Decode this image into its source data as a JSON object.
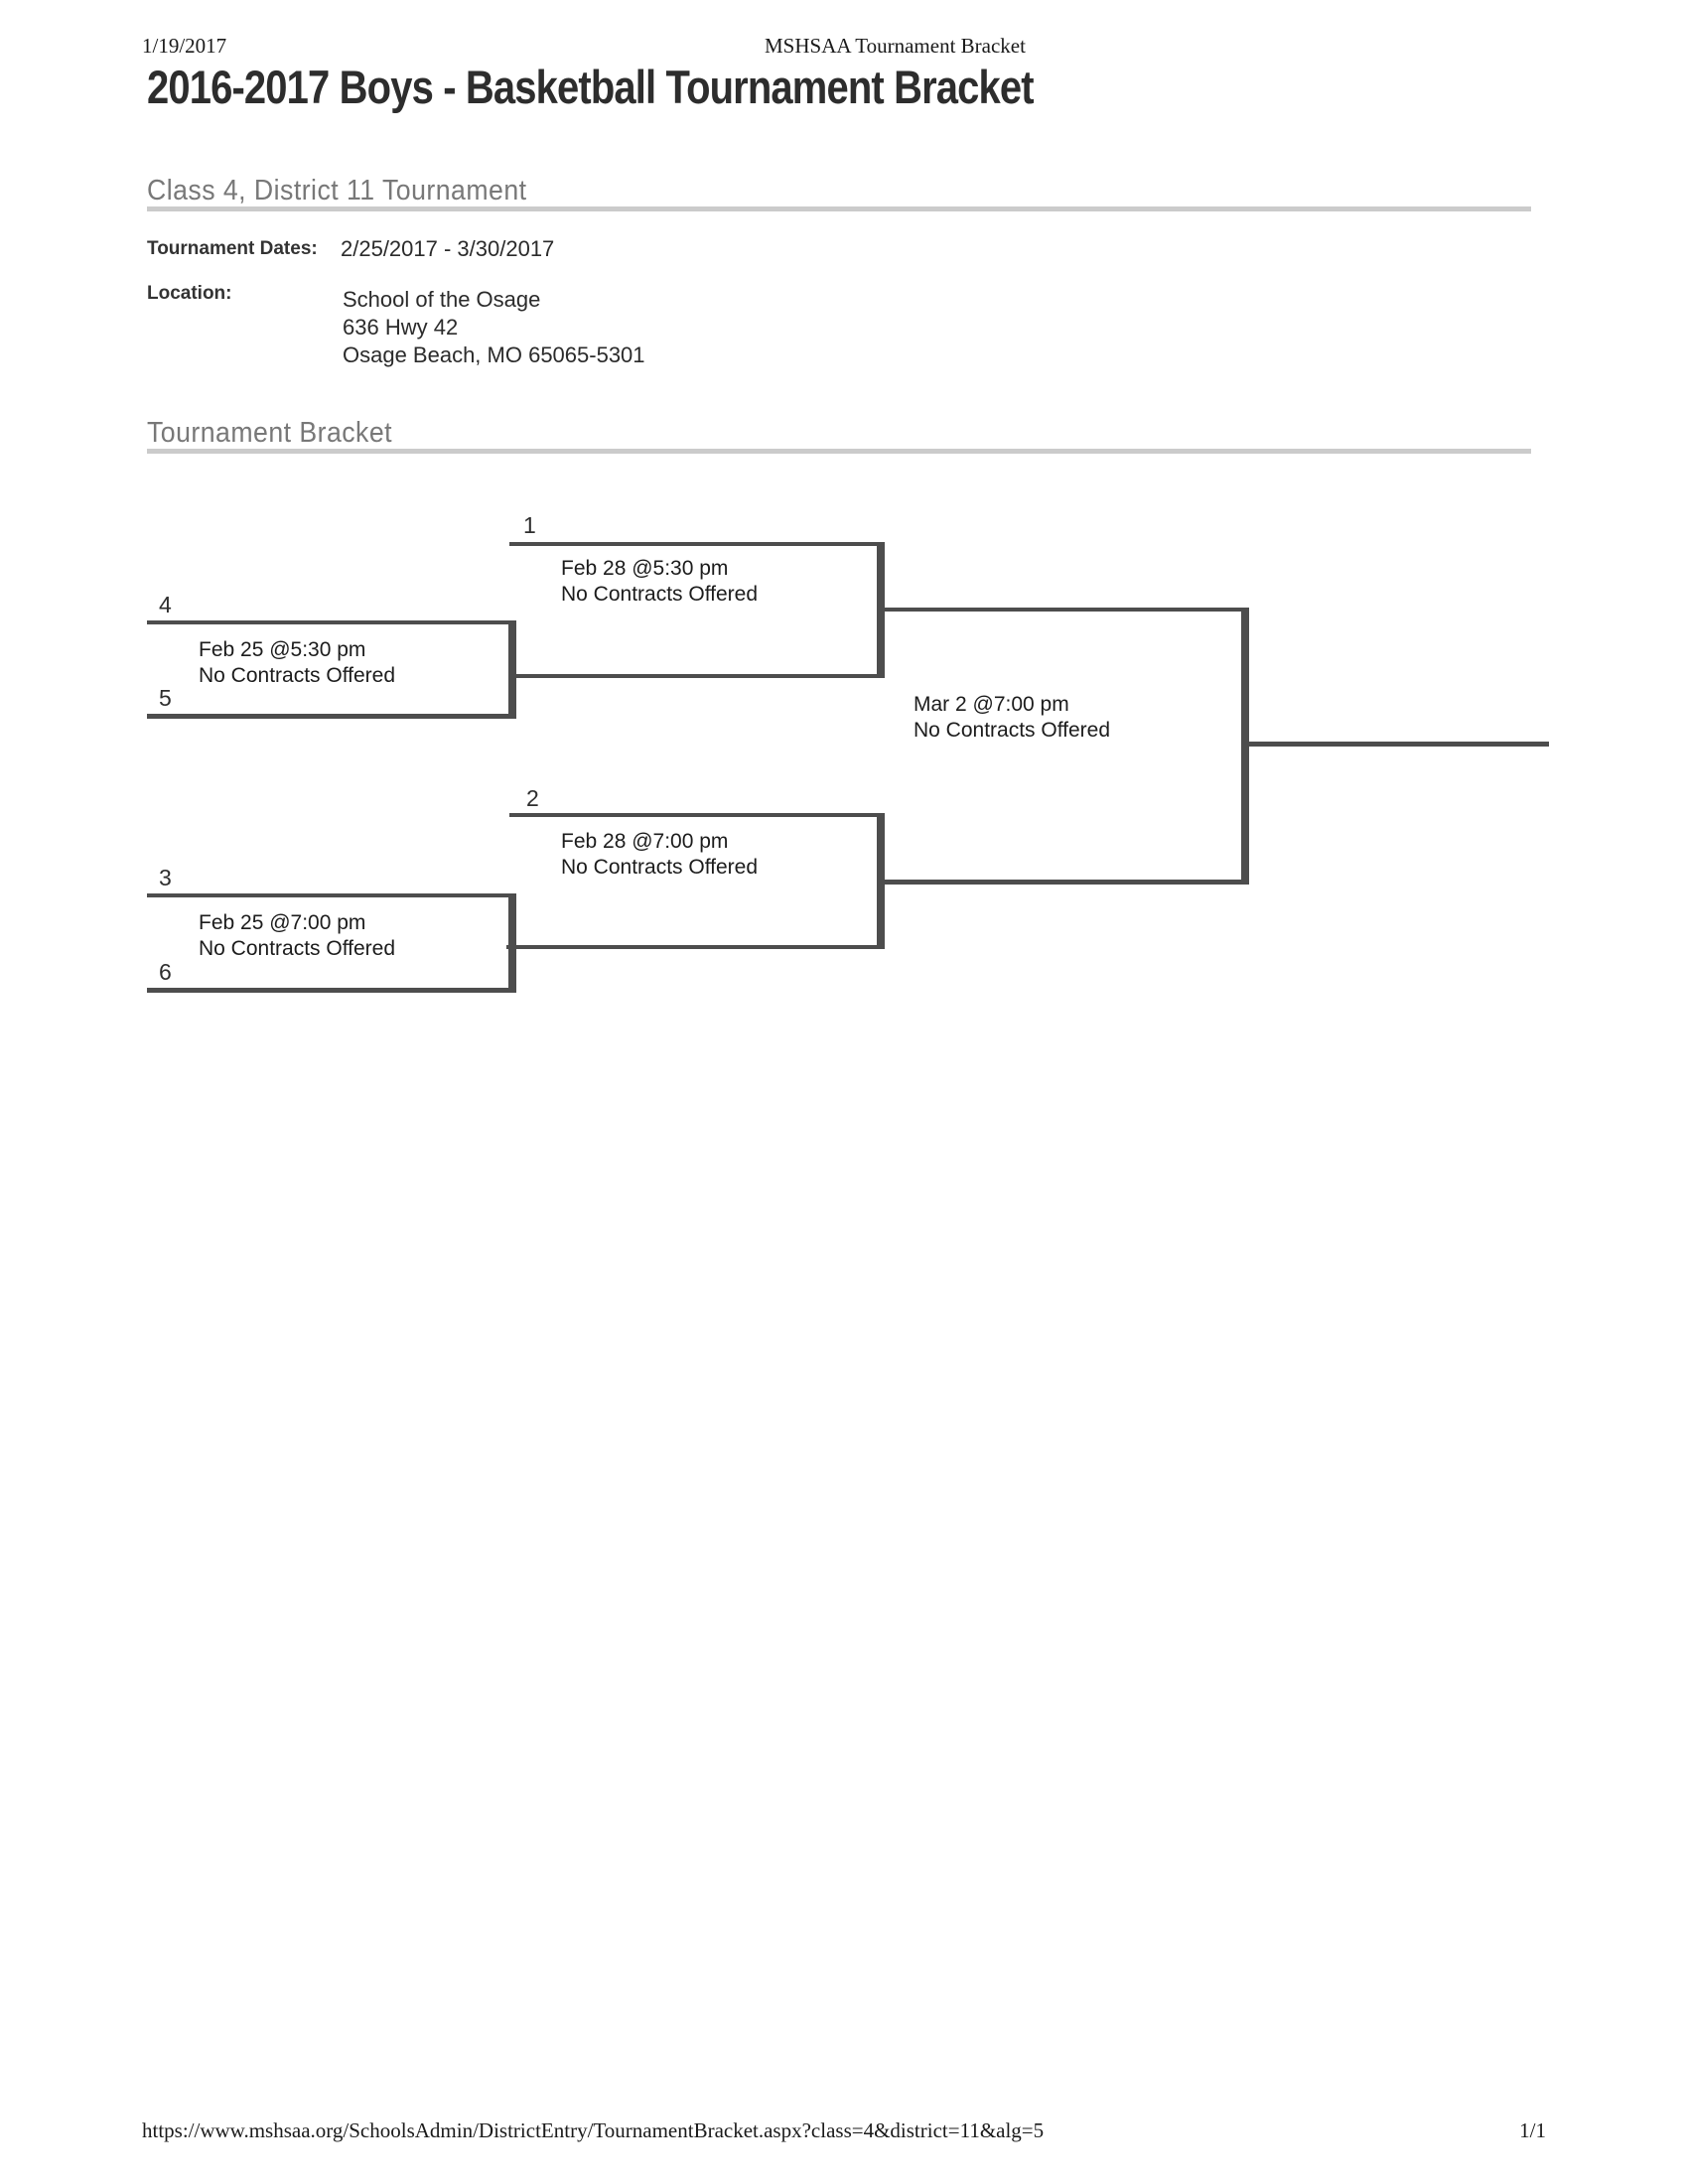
{
  "print_header": {
    "date": "1/19/2017",
    "doc_title": "MSHSAA Tournament Bracket"
  },
  "title": "2016-2017 Boys - Basketball Tournament Bracket",
  "section1": {
    "heading": "Class 4, District 11 Tournament"
  },
  "meta": {
    "dates_label": "Tournament Dates:",
    "dates_value": "2/25/2017 - 3/30/2017",
    "location_label": "Location:",
    "location_lines": [
      "School of the Osage",
      "636 Hwy 42",
      "Osage Beach, MO 65065-5301"
    ]
  },
  "section2": {
    "heading": "Tournament Bracket"
  },
  "bracket": {
    "game1": {
      "number": "1",
      "datetime": "Feb 28 @5:30 pm",
      "note": "No Contracts Offered"
    },
    "game2": {
      "number": "2",
      "datetime": "Feb 28 @7:00 pm",
      "note": "No Contracts Offered"
    },
    "game45": {
      "seed_top": "4",
      "seed_bottom": "5",
      "datetime": "Feb 25 @5:30 pm",
      "note": "No Contracts Offered"
    },
    "game36": {
      "seed_top": "3",
      "seed_bottom": "6",
      "datetime": "Feb 25 @7:00 pm",
      "note": "No Contracts Offered"
    },
    "final": {
      "datetime": "Mar 2 @7:00 pm",
      "note": "No Contracts Offered"
    }
  },
  "print_footer": {
    "url": "https://www.mshsaa.org/SchoolsAdmin/DistrictEntry/TournamentBracket.aspx?class=4&district=11&alg=5",
    "page_indicator": "1/1"
  },
  "colors": {
    "bracket_line": "#4d4d4d",
    "heading_gray": "#787878",
    "rule_gray": "#cbcbcb",
    "text": "#1c1c1c"
  }
}
